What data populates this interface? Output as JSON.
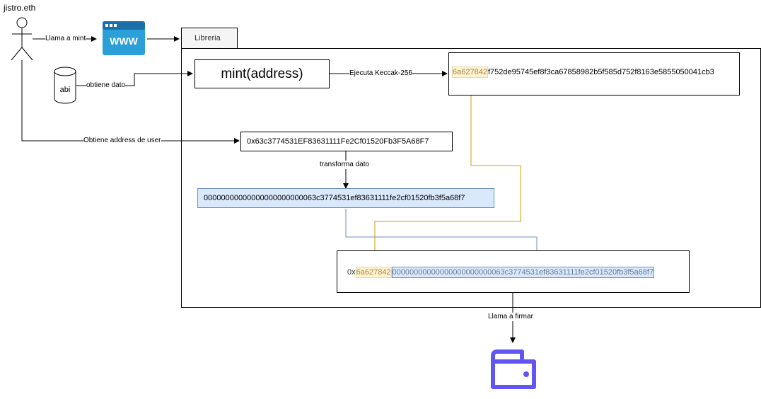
{
  "actor": {
    "name": "jistro.eth"
  },
  "database": {
    "label": "abi"
  },
  "library": {
    "tab_label": "Libreria"
  },
  "mint_box": {
    "label": "mint(address)"
  },
  "keccak_output": {
    "prefix": "6a627842",
    "rest": "f752de95745ef8f3ca67858982b5f585d752f8163e5855050041cb3"
  },
  "address_box": {
    "value": "0x63c3774531EF83631111Fe2Cf01520Fb3F5A68F7"
  },
  "padded_box": {
    "value": "00000000000000000000000063c3774531ef83631111fe2cf01520fb3f5a68f7"
  },
  "result_box": {
    "prefix": "0x",
    "selector": "6a627842",
    "padded": "00000000000000000000000063c3774531ef83631111fe2cf01520fb3f5a68f7"
  },
  "edges": {
    "call_mint": "Llama a mint",
    "get_data": "obtiene dato",
    "keccak": "Ejecuta Keccak-256",
    "get_address": "Obtiene address de user",
    "transform": "transforma dato",
    "call_sign": "Llama a firmar"
  },
  "icons": {
    "web": "www-browser-icon",
    "wallet": "wallet-icon"
  },
  "colors": {
    "orange": "#d79b00",
    "blue": "#6c8ebf",
    "wallet": "#6155f5",
    "web": "#2196d3"
  }
}
